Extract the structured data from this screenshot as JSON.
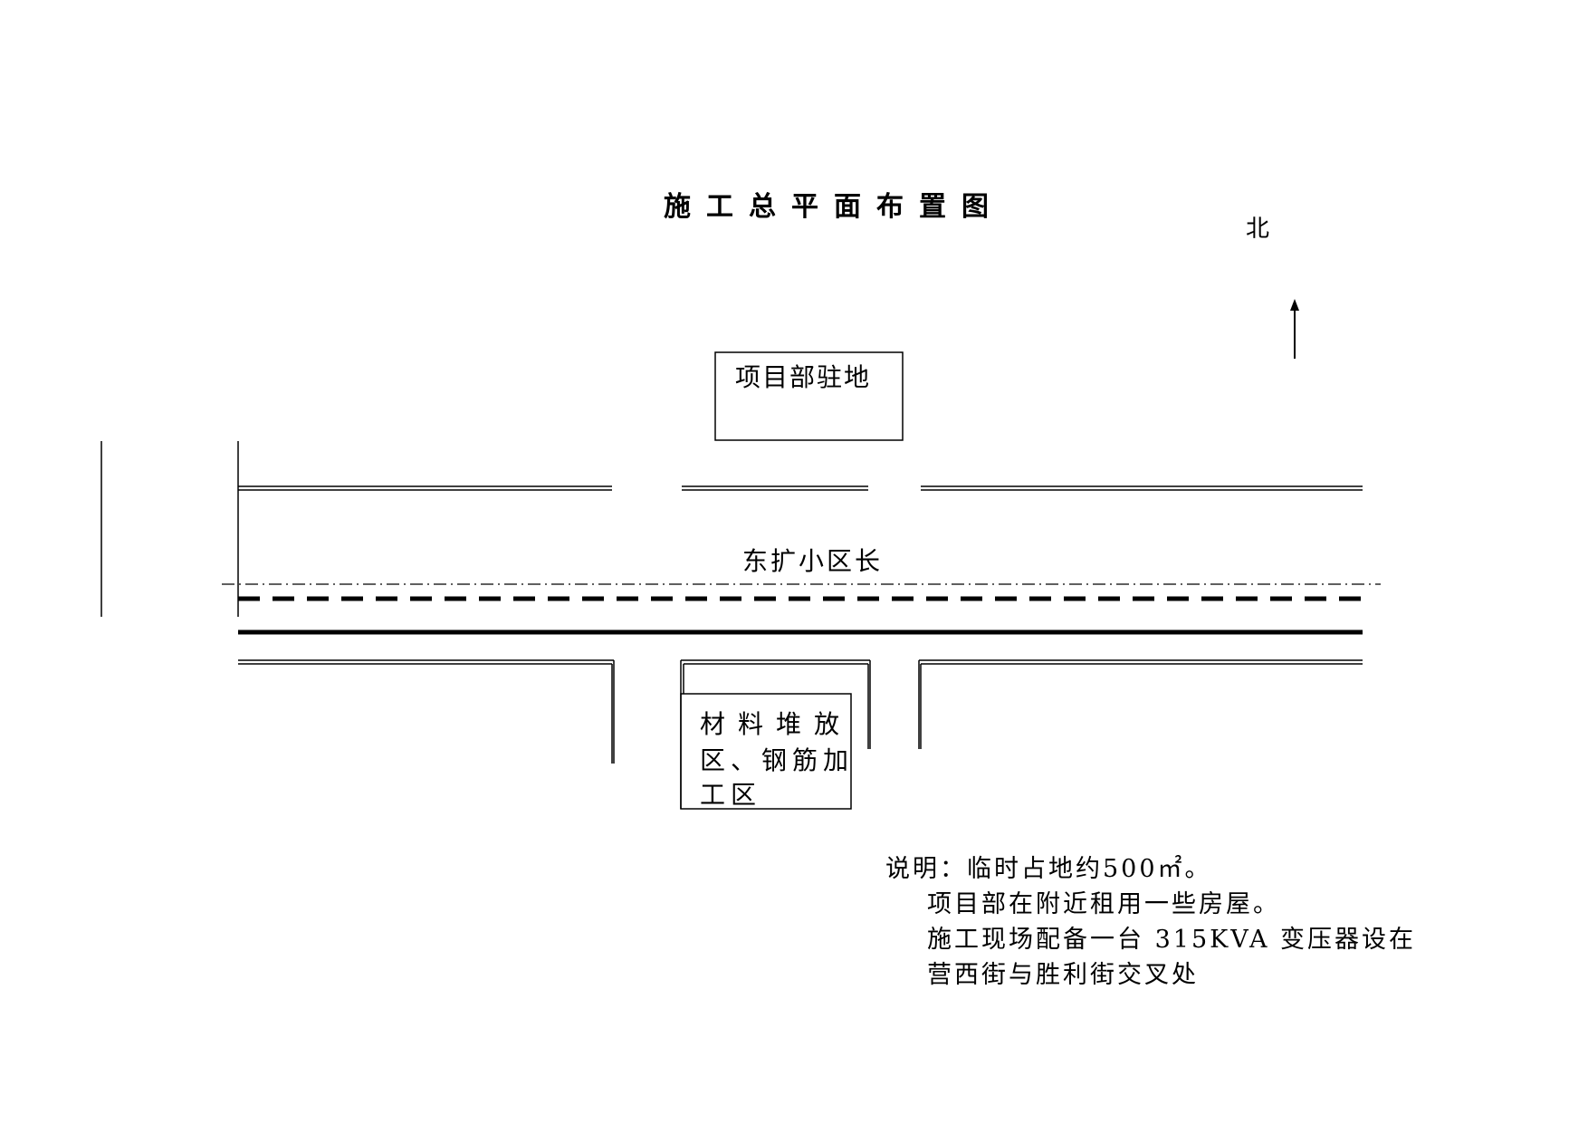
{
  "title": "施工总平面布置图",
  "north_label": "北",
  "project_site_label": "项目部驻地",
  "road_label": "东扩小区长",
  "material_area": {
    "line1": "材料堆放",
    "line2": "区、钢筋加",
    "line3": "工区"
  },
  "notes": {
    "line1": "说明：临时占地约500㎡。",
    "line2": "项目部在附近租用一些房屋。",
    "line3": "施工现场配备一台 315KVA 变压器设在",
    "line4": "营西街与胜利街交叉处"
  }
}
